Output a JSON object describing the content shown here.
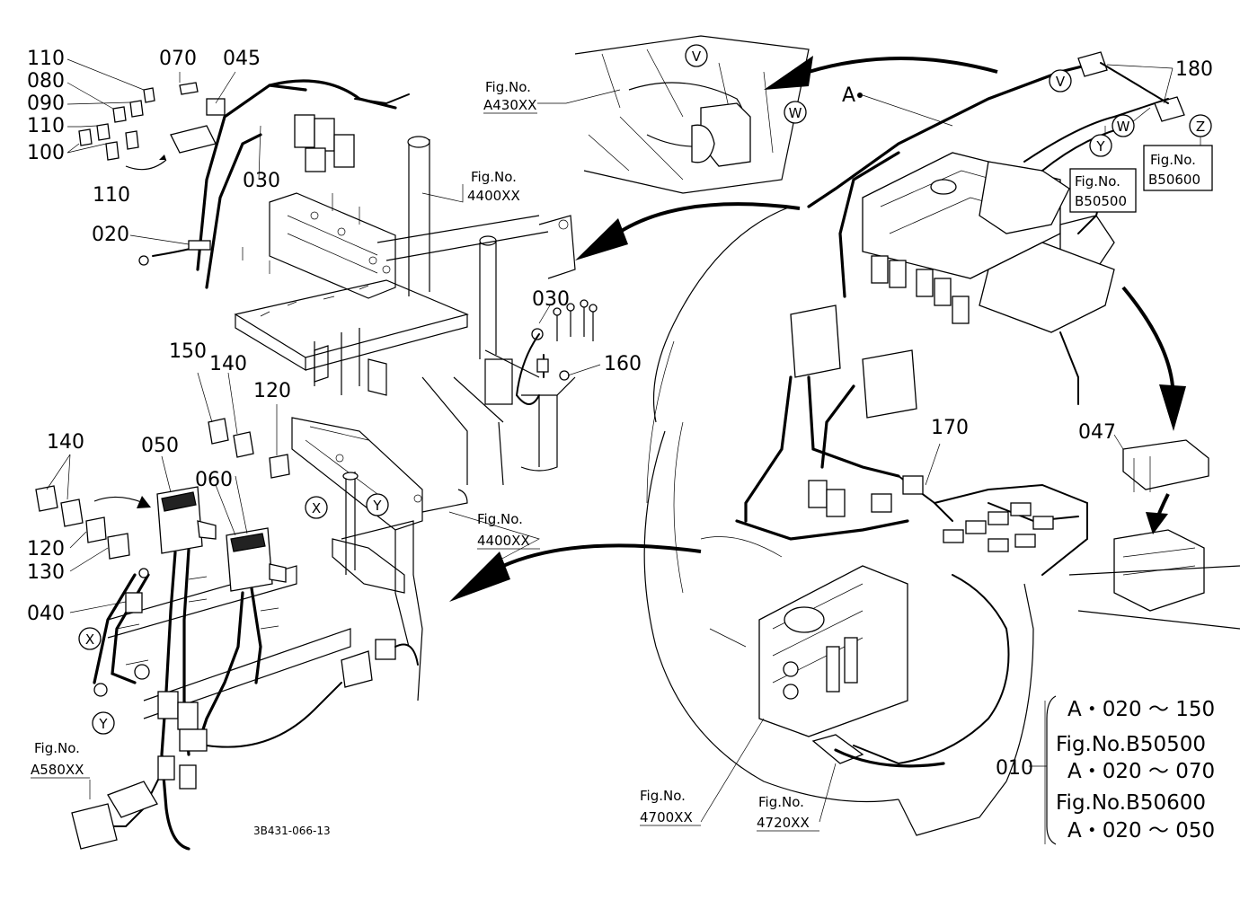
{
  "drawing_code": "3B431-066-13",
  "callouts": {
    "c110a": "110",
    "c080": "080",
    "c090": "090",
    "c110b": "110",
    "c100": "100",
    "c110c": "110",
    "c070": "070",
    "c045": "045",
    "c030a": "030",
    "c020": "020",
    "c030b": "030",
    "c160": "160",
    "c150": "150",
    "c140a": "140",
    "c120a": "120",
    "c140b": "140",
    "c050": "050",
    "c060": "060",
    "c120b": "120",
    "c130": "130",
    "c040": "040",
    "c170": "170",
    "c047": "047",
    "c180": "180",
    "c010": "010",
    "cA": "A"
  },
  "markers": {
    "V1": "V",
    "W1": "W",
    "V2": "V",
    "W2": "W",
    "Y1": "Y",
    "Z1": "Z",
    "X1": "X",
    "Y2": "Y",
    "X2": "X",
    "Y3": "Y"
  },
  "fig_refs": {
    "a430_l1": "Fig.No.",
    "a430_l2": "A430XX",
    "f4400a_l1": "Fig.No.",
    "f4400a_l2": "4400XX",
    "f4400b_l1": "Fig.No.",
    "f4400b_l2": "4400XX",
    "a580_l1": "Fig.No.",
    "a580_l2": "A580XX",
    "b50500_l1": "Fig.No.",
    "b50500_l2": "B50500",
    "b50600_l1": "Fig.No.",
    "b50600_l2": "B50600",
    "f4700_l1": "Fig.No.",
    "f4700_l2": "4700XX",
    "f4720_l1": "Fig.No.",
    "f4720_l2": "4720XX"
  },
  "legend": {
    "line1": "A・020 ～ 150",
    "line2": "Fig.No.B50500",
    "line3": "A・020 ～ 070",
    "line4": "Fig.No.B50600",
    "line5": "A・020 ～ 050"
  }
}
